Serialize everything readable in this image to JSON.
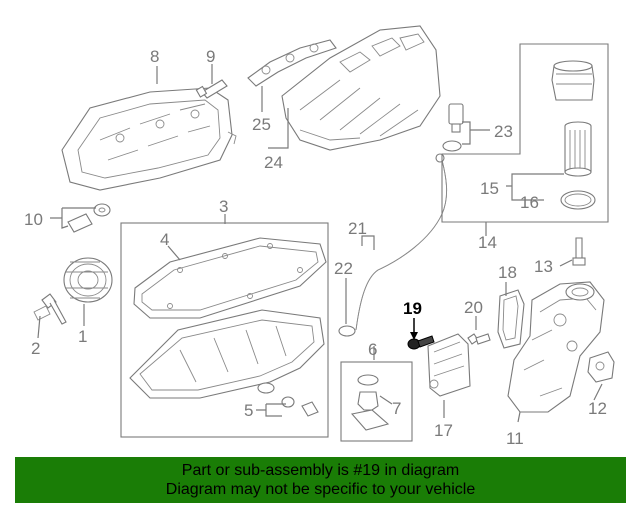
{
  "callouts": [
    {
      "id": "1",
      "label": "1"
    },
    {
      "id": "2",
      "label": "2"
    },
    {
      "id": "3",
      "label": "3"
    },
    {
      "id": "4",
      "label": "4"
    },
    {
      "id": "5",
      "label": "5"
    },
    {
      "id": "6",
      "label": "6"
    },
    {
      "id": "7",
      "label": "7"
    },
    {
      "id": "8",
      "label": "8"
    },
    {
      "id": "9",
      "label": "9"
    },
    {
      "id": "10",
      "label": "10"
    },
    {
      "id": "11",
      "label": "11"
    },
    {
      "id": "12",
      "label": "12"
    },
    {
      "id": "13",
      "label": "13"
    },
    {
      "id": "14",
      "label": "14"
    },
    {
      "id": "15",
      "label": "15"
    },
    {
      "id": "16",
      "label": "16"
    },
    {
      "id": "17",
      "label": "17"
    },
    {
      "id": "18",
      "label": "18"
    },
    {
      "id": "19",
      "label": "19"
    },
    {
      "id": "20",
      "label": "20"
    },
    {
      "id": "21",
      "label": "21"
    },
    {
      "id": "22",
      "label": "22"
    },
    {
      "id": "23",
      "label": "23"
    },
    {
      "id": "24",
      "label": "24"
    },
    {
      "id": "25",
      "label": "25"
    }
  ],
  "highlighted_part": "19",
  "banner": {
    "line1": "Part or sub-assembly is #19 in diagram",
    "line2": "Diagram may not be specific to your vehicle",
    "background": "#1a7d06"
  },
  "colors": {
    "linework": "#7a7a7a",
    "highlight": "#000000"
  }
}
